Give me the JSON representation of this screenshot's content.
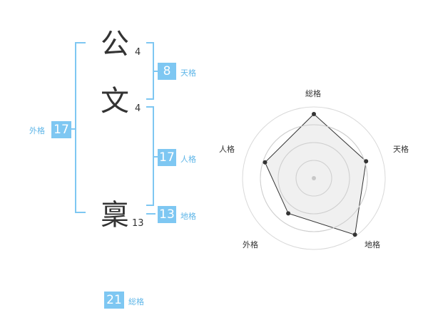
{
  "name_chars": [
    {
      "char": "公",
      "strokes": "4"
    },
    {
      "char": "文",
      "strokes": "4"
    },
    {
      "char": "稟",
      "strokes": "13"
    }
  ],
  "fortunes": {
    "tenkaku": {
      "value": "8",
      "label": "天格"
    },
    "jinkaku": {
      "value": "17",
      "label": "人格"
    },
    "chikaku": {
      "value": "13",
      "label": "地格"
    },
    "gaikaku": {
      "value": "17",
      "label": "外格"
    },
    "soukaku": {
      "value": "21",
      "label": "総格"
    }
  },
  "colors": {
    "accent": "#7ec7f2",
    "label": "#5fb6e8",
    "text": "#333333",
    "radar_fill": "#f0f0f0",
    "radar_ring": "#d9d9d9"
  },
  "chart_data": {
    "type": "radar",
    "axes": [
      "総格",
      "天格",
      "地格",
      "外格",
      "人格"
    ],
    "values": [
      0.9,
      0.77,
      0.98,
      0.61,
      0.72
    ],
    "rings": 4
  }
}
